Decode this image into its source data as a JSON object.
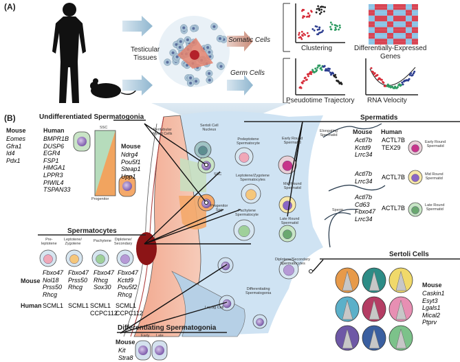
{
  "panel_a": {
    "label": "(A)",
    "tissues_label": "Testicular\nTissues",
    "somatic_label": "Somatic Cells",
    "germ_label": "Germ Cells",
    "clustering_label": "Clustering",
    "deg_label": "Differentially-Expressed\nGenes",
    "pseudotime_label": "Pseudotime Trajectory",
    "rna_velocity_label": "RNA Velocity"
  },
  "panel_b": {
    "label": "(B)",
    "undiff": {
      "title": "Undifferentiated Spermatogonia",
      "mouse_header": "Mouse",
      "mouse_genes": [
        "Eomes",
        "Gfra1",
        "Id4",
        "Pdx1"
      ],
      "human_header": "Human",
      "human_genes": [
        "BMPR1B",
        "DUSP6",
        "EGR4",
        "FSP1",
        "HMGA1",
        "LPPR3",
        "PIWIL4",
        "TSPAN33"
      ],
      "ssc_label": "SSC",
      "progenitor_label": "Progenitor",
      "mouse2_header": "Mouse",
      "mouse2_genes": [
        "Ndrg4",
        "Pou5f1",
        "Steap1",
        "Upp1"
      ]
    },
    "spermatocytes": {
      "title": "Spermatocytes",
      "stages": [
        "Pre-\nleptotene",
        "Leptotene/\nZygotene",
        "Pachytene",
        "Diplotene/\nSecondary"
      ],
      "mouse_header": "Mouse",
      "human_header": "Human",
      "mouse_genes": [
        [
          "Fbxo47",
          "Nol18",
          "Prss50",
          "Rhcg"
        ],
        [
          "Fbxo47",
          "Prss50",
          "Rhcg"
        ],
        [
          "Fbxo47",
          "Rhcg",
          "Sox30"
        ],
        [
          "Fbxo47",
          "Kctd9",
          "Pou5f2",
          "Rhcg"
        ]
      ],
      "human_genes": [
        [
          "SCML1"
        ],
        [
          "SCML1"
        ],
        [
          "SCML1",
          "CCPC112"
        ],
        [
          "SCML1",
          "CCPC112"
        ]
      ]
    },
    "diff": {
      "title": "Differentiating Spermatogonia",
      "early_label": "Early",
      "late_label": "Late",
      "mouse_header": "Mouse",
      "mouse_genes": [
        "Kit",
        "Stra8"
      ]
    },
    "spermatids": {
      "title": "Spermatids",
      "mouse_header": "Mouse",
      "human_header": "Human",
      "rows": [
        {
          "mouse": [
            "Actl7b",
            "Kctd9",
            "Lrrc34"
          ],
          "human": [
            "ACTL7B",
            "TEX29"
          ],
          "stage": "Early Round\nSpermatid"
        },
        {
          "mouse": [
            "Actl7b",
            "Lrrc34"
          ],
          "human": [
            "ACTL7B"
          ],
          "stage": "Mid Round\nSpermatid"
        },
        {
          "mouse": [
            "Actl7b",
            "Cd63",
            "Fbxo47",
            "Lrrc34"
          ],
          "human": [
            "ACTL7B"
          ],
          "stage": "Late Round\nSpermatid"
        }
      ]
    },
    "sertoli": {
      "title": "Sertoli Cells",
      "mouse_header": "Mouse",
      "mouse_genes": [
        "Caskin1",
        "Esyt3",
        "Lgals1",
        "Mical2",
        "Ptprv"
      ]
    },
    "center_labels": {
      "peritubular": "Peritubular\nMyoid Cells",
      "sertoli_nucleus": "Sertoli Cell\nNucleus",
      "ssc": "SSC",
      "progenitor": "Progenitor\nSpg",
      "preleptotene": "Preleptotene\nSpermatocyte",
      "leptotene": "Leptotene/Zygotene\nSpermatocytes",
      "pachytene": "Pachytene\nSpermatocyte",
      "early_round": "Early Round\nSpermatid",
      "mid_round": "Mid Round\nSpermatid",
      "late_round": "Late Round\nSpermatid",
      "elongating": "Elongating\nSpermatid",
      "sperm": "Sperm",
      "diplotene": "Diplotene/Secondary\nSpermatocytes",
      "differentiating": "Differentiating\nSpermatogonia",
      "leydig": "Leydig Cell"
    }
  }
}
